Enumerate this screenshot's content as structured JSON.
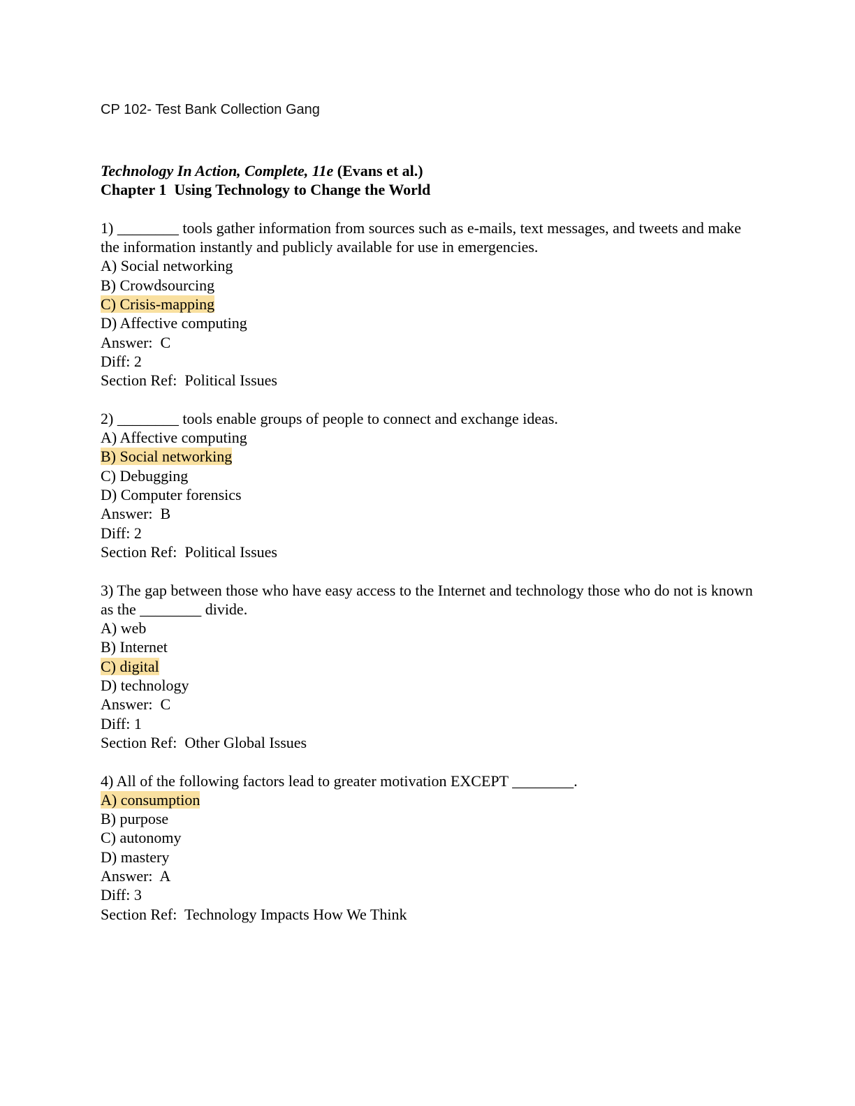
{
  "header": "CP 102- Test Bank Collection Gang",
  "book_title": "Technology In Action, Complete, 11e",
  "book_authors": " (Evans et al.)",
  "chapter": "Chapter 1  Using Technology to Change the World",
  "questions": [
    {
      "stem": "1) ________ tools gather information from sources such as e-mails, text messages, and tweets and make the information instantly and publicly available for use in emergencies.",
      "options": [
        "A) Social networking",
        "B) Crowdsourcing",
        "C) Crisis-mapping",
        "D) Affective computing"
      ],
      "correct": 2,
      "answer": "Answer:  C",
      "diff": "Diff: 2",
      "section": "Section Ref:  Political Issues"
    },
    {
      "stem": "2) ________ tools enable groups of people to connect and exchange ideas.",
      "options": [
        "A) Affective computing",
        "B) Social networking",
        "C) Debugging",
        "D) Computer forensics"
      ],
      "correct": 1,
      "answer": "Answer:  B",
      "diff": "Diff: 2",
      "section": "Section Ref:  Political Issues"
    },
    {
      "stem": "3) The gap between those who have easy access to the Internet and technology those who do not is known as the ________ divide.",
      "options": [
        "A) web",
        "B) Internet",
        "C) digital",
        "D) technology"
      ],
      "correct": 2,
      "answer": "Answer:  C",
      "diff": "Diff: 1",
      "section": "Section Ref:  Other Global Issues"
    },
    {
      "stem": "4) All of the following factors lead to greater motivation EXCEPT ________.",
      "options": [
        "A) consumption",
        "B) purpose",
        "C) autonomy",
        "D) mastery"
      ],
      "correct": 0,
      "answer": "Answer:  A",
      "diff": "Diff: 3",
      "section": "Section Ref:  Technology Impacts How We Think"
    }
  ],
  "highlight_color": "#f9e0a0"
}
